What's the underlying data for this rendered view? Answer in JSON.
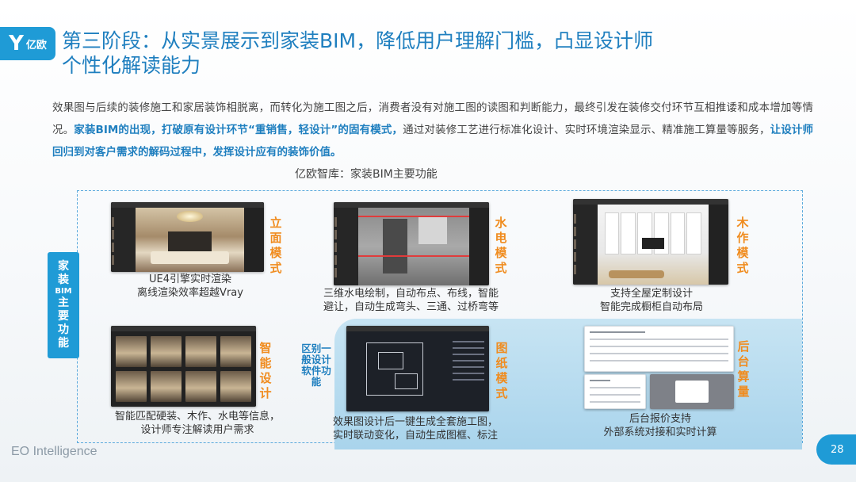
{
  "brand": {
    "logo_text": "亿欧",
    "footer": "EO Intelligence",
    "page_number": "28"
  },
  "title": "第三阶段：从实景展示到家装BIM，降低用户理解门槛，凸显设计师个性化解读能力",
  "intro": {
    "part1": "效果图与后续的装修施工和家居装饰相脱离，而转化为施工图之后，消费者没有对施工图的读图和判断能力，最终引发在装修交付环节互相推诿和成本增加等情况。",
    "part2": "家装BIM的出现，打破原有设计环节“重销售，轻设计”的固有模式，",
    "part3": "通过对装修工艺进行标准化设计、实时环境渲染显示、精准施工算量等服务，",
    "part4": "让设计师回归到对客户需求的解码过程中，发挥设计应有的装饰价值。"
  },
  "diagram": {
    "caption": "亿欧智库：家装BIM主要功能",
    "side_label": {
      "line1": "家",
      "line2": "装",
      "bim": "BIM",
      "line3": "主",
      "line4": "要",
      "line5": "功",
      "line6": "能"
    },
    "distinction_label": "区别一般设计软件功能",
    "modules": [
      {
        "name": "立面模式",
        "desc1": "UE4引擎实时渲染",
        "desc2": "离线渲染效率超越Vray"
      },
      {
        "name": "水电模式",
        "desc1": "三维水电绘制，自动布点、布线，智能",
        "desc2": "避让，自动生成弯头、三通、过桥弯等"
      },
      {
        "name": "木作模式",
        "desc1": "支持全屋定制设计",
        "desc2": "智能完成橱柜自动布局"
      },
      {
        "name": "智能设计",
        "desc1": "智能匹配硬装、木作、水电等信息，",
        "desc2": "设计师专注解读用户需求"
      },
      {
        "name": "图纸模式",
        "desc1": "效果图设计后一键生成全套施工图，",
        "desc2": "实时联动变化，自动生成图框、标注"
      },
      {
        "name": "后台算量",
        "desc1": "后台报价支持",
        "desc2": "外部系统对接和实时计算"
      }
    ]
  }
}
